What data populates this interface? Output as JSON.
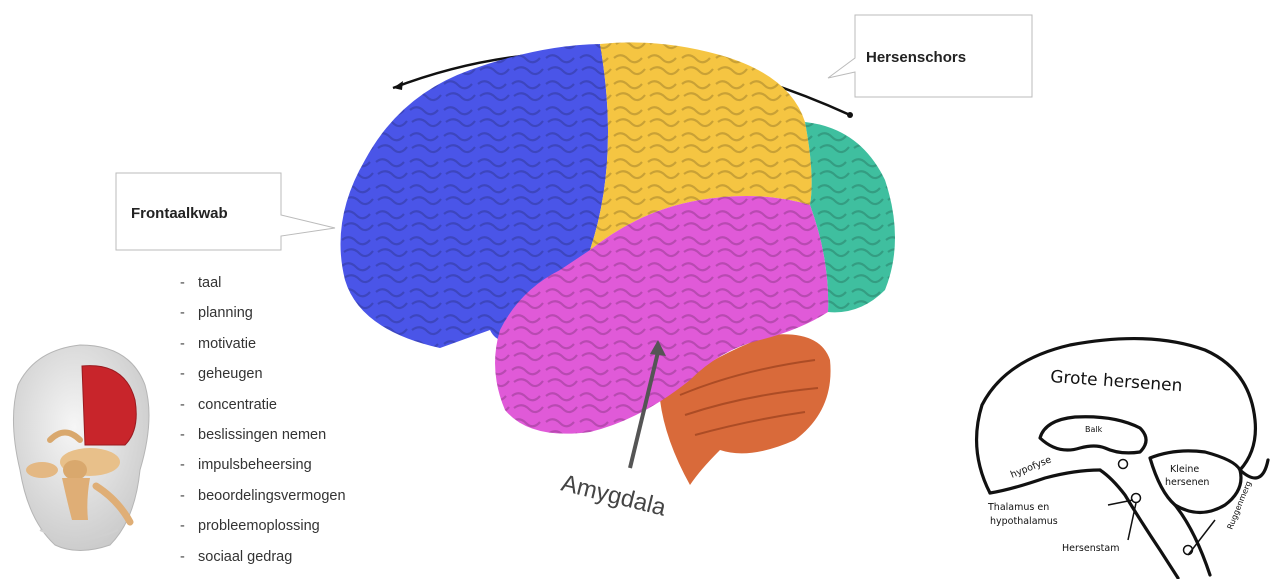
{
  "callouts": {
    "frontal": "Frontaalkwab",
    "cortex": "Hersenschors"
  },
  "functions": [
    "taal",
    "planning",
    "motivatie",
    "geheugen",
    "concentratie",
    "beslissingen nemen",
    "impulsbeheersing",
    "beoordelingsvermogen",
    "probleemoplossing",
    "sociaal gedrag"
  ],
  "bullet": "-",
  "amygdala": "Amygdala",
  "sketch": {
    "title": "Grote hersenen",
    "balk": "Balk",
    "hypofyse": "hypofyse",
    "kleine_1": "Kleine",
    "kleine_2": "hersenen",
    "thalamus_1": "Thalamus en",
    "thalamus_2": "hypothalamus",
    "stam": "Hersenstam",
    "ruggenmerg": "Ruggenmerg"
  },
  "colors": {
    "frontal": "#4a55e8",
    "parietal": "#f5c542",
    "occipital": "#3fbf9f",
    "temporal": "#e05ad8",
    "cerebellum": "#d96a3a",
    "skull_lobe": "#c8252b"
  }
}
